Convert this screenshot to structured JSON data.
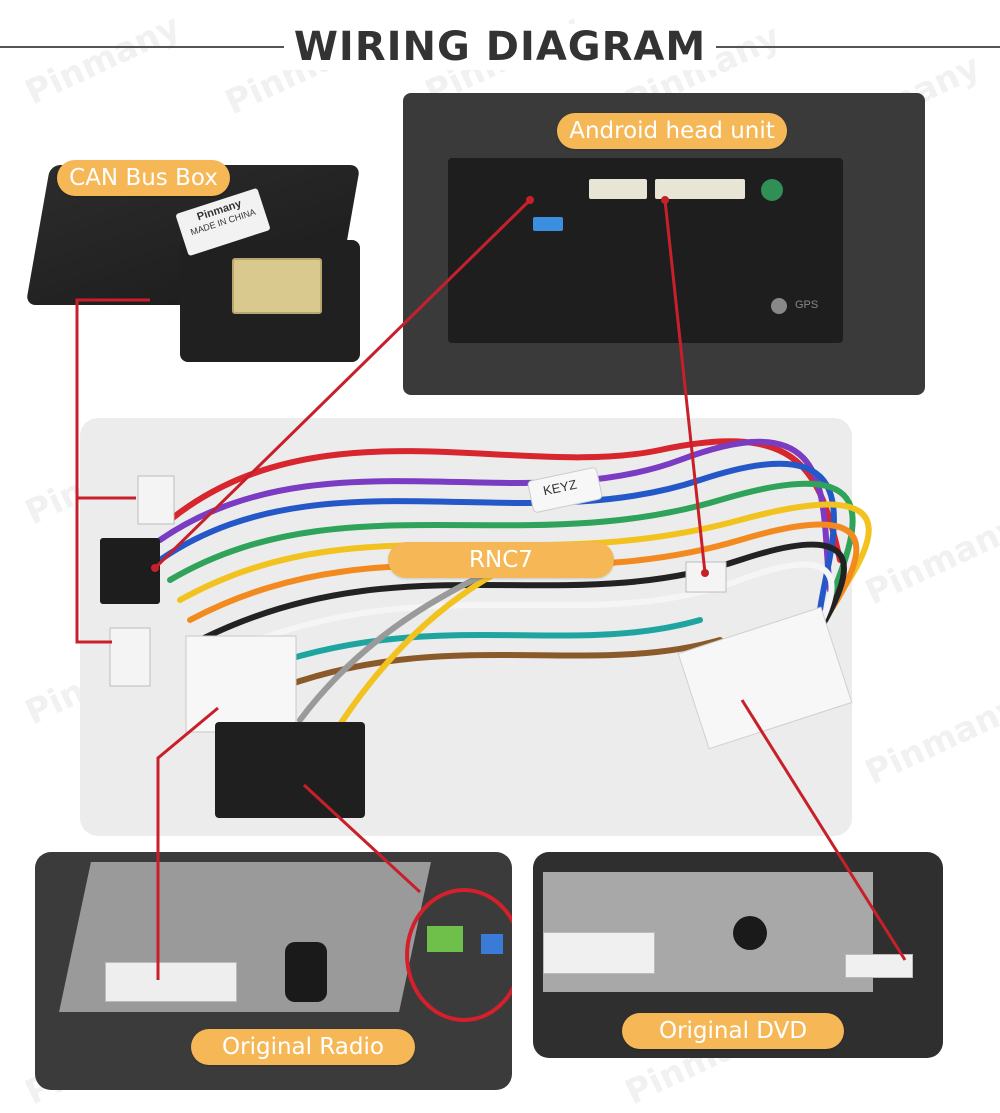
{
  "title": "WIRING DIAGRAM",
  "labels": {
    "can_bus_box": "CAN Bus Box",
    "android_head_unit": "Android head unit",
    "harness": "RNC7",
    "original_radio": "Original Radio",
    "original_dvd": "Original DVD"
  },
  "harness_tag": "KEYZ",
  "can_box_sticker": {
    "brand": "Pinmany",
    "origin": "MADE IN CHINA"
  },
  "head_unit_marks": {
    "gps": "GPS"
  },
  "watermark": "Pinmany",
  "colors": {
    "label_bg": "#f6b857",
    "connector_line": "#c8202a",
    "title_text": "#333333"
  }
}
